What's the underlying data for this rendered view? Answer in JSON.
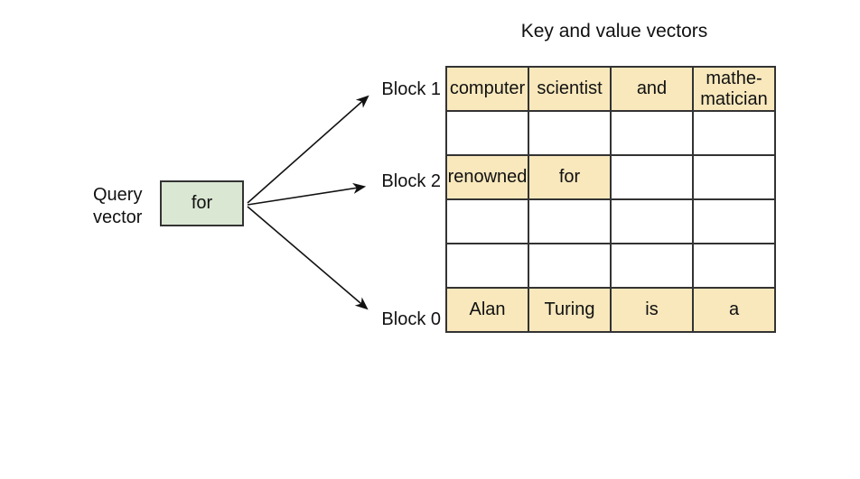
{
  "title": "Key and value vectors",
  "query_vector": {
    "label": "Query\nvector",
    "box_text": "for"
  },
  "block_labels": [
    "Block 1",
    "Block 2",
    "Block 0"
  ],
  "table": {
    "rows": [
      {
        "cells": [
          "computer",
          "scientist",
          "and",
          "mathe-\nmatician"
        ],
        "highlighted": [
          true,
          true,
          true,
          true
        ]
      },
      {
        "cells": [
          "",
          "",
          "",
          ""
        ],
        "highlighted": [
          false,
          false,
          false,
          false
        ]
      },
      {
        "cells": [
          "renowned",
          "for",
          "",
          ""
        ],
        "highlighted": [
          true,
          true,
          false,
          false
        ]
      },
      {
        "cells": [
          "",
          "",
          "",
          ""
        ],
        "highlighted": [
          false,
          false,
          false,
          false
        ]
      },
      {
        "cells": [
          "",
          "",
          "",
          ""
        ],
        "highlighted": [
          false,
          false,
          false,
          false
        ]
      },
      {
        "cells": [
          "Alan",
          "Turing",
          "is",
          "a"
        ],
        "highlighted": [
          true,
          true,
          true,
          true
        ]
      }
    ]
  },
  "colors": {
    "highlight": "#F8E8BC",
    "query_box": "#D9E7D3",
    "border": "#333333",
    "arrow": "#111111",
    "text": "#111111"
  }
}
